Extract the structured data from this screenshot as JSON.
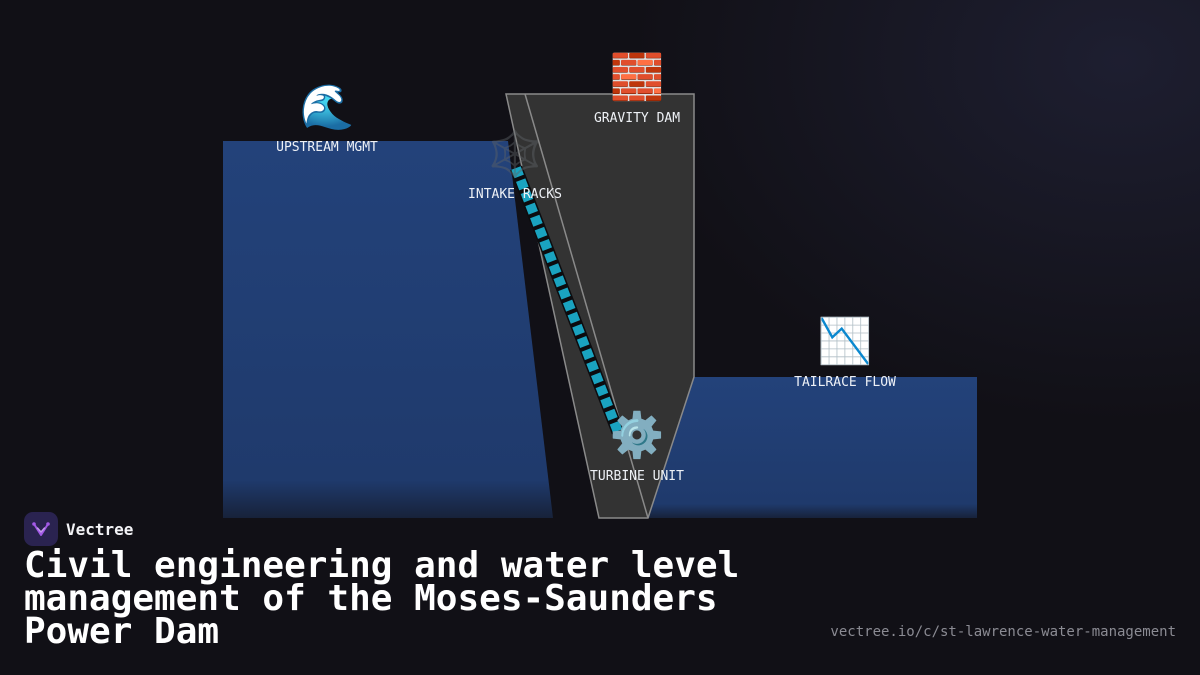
{
  "brand": {
    "name": "Vectree"
  },
  "headline": "Civil engineering and water level management of the Moses-Saunders Power Dam",
  "url": "vectree.io/c/st-lawrence-water-management",
  "diagram": {
    "upstream": {
      "label": "UPSTREAM MGMT",
      "icon": "🌊",
      "icon_name": "wave-icon"
    },
    "dam": {
      "label": "GRAVITY DAM",
      "icon": "🧱",
      "icon_name": "brick-icon"
    },
    "intake": {
      "label": "INTAKE RACKS",
      "icon": "🕸️",
      "icon_name": "web-icon"
    },
    "turbine": {
      "label": "TURBINE UNIT",
      "icon": "⚙️",
      "icon_name": "gear-icon"
    },
    "tailrace": {
      "label": "TAILRACE FLOW",
      "icon": "📉",
      "icon_name": "chart-decreasing-icon"
    }
  },
  "colors": {
    "background": "#111016",
    "water": "#23427a",
    "dam": "#333333",
    "penstock": "#1aa3c0",
    "accent": "#a259e6"
  }
}
